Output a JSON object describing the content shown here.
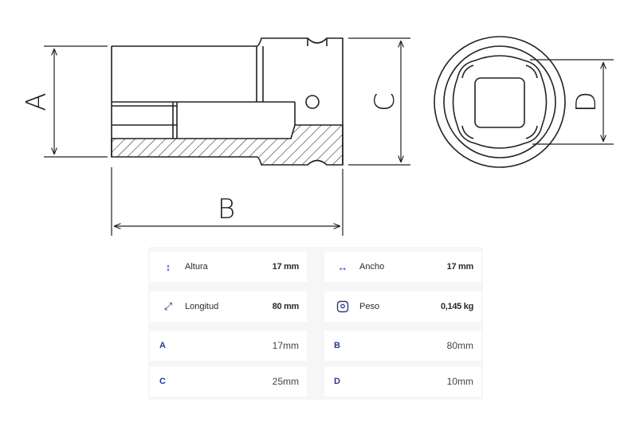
{
  "diagram": {
    "labels": {
      "a": "A",
      "b": "B",
      "c": "C",
      "d": "D"
    }
  },
  "specs": {
    "height": {
      "icon": "vertical-arrows-icon",
      "label": "Altura",
      "value": "17 mm"
    },
    "width": {
      "icon": "horizontal-arrows-icon",
      "label": "Ancho",
      "value": "17 mm"
    },
    "length": {
      "icon": "diagonal-arrow-icon",
      "label": "Longitud",
      "value": "80 mm"
    },
    "weight": {
      "icon": "weight-icon",
      "label": "Peso",
      "value": "0,145 kg"
    },
    "dims": [
      {
        "code": "A",
        "value": "17mm"
      },
      {
        "code": "B",
        "value": "80mm"
      },
      {
        "code": "C",
        "value": "25mm"
      },
      {
        "code": "D",
        "value": "10mm"
      }
    ]
  },
  "colors": {
    "accent": "#2a3a8f",
    "line": "#222222"
  }
}
